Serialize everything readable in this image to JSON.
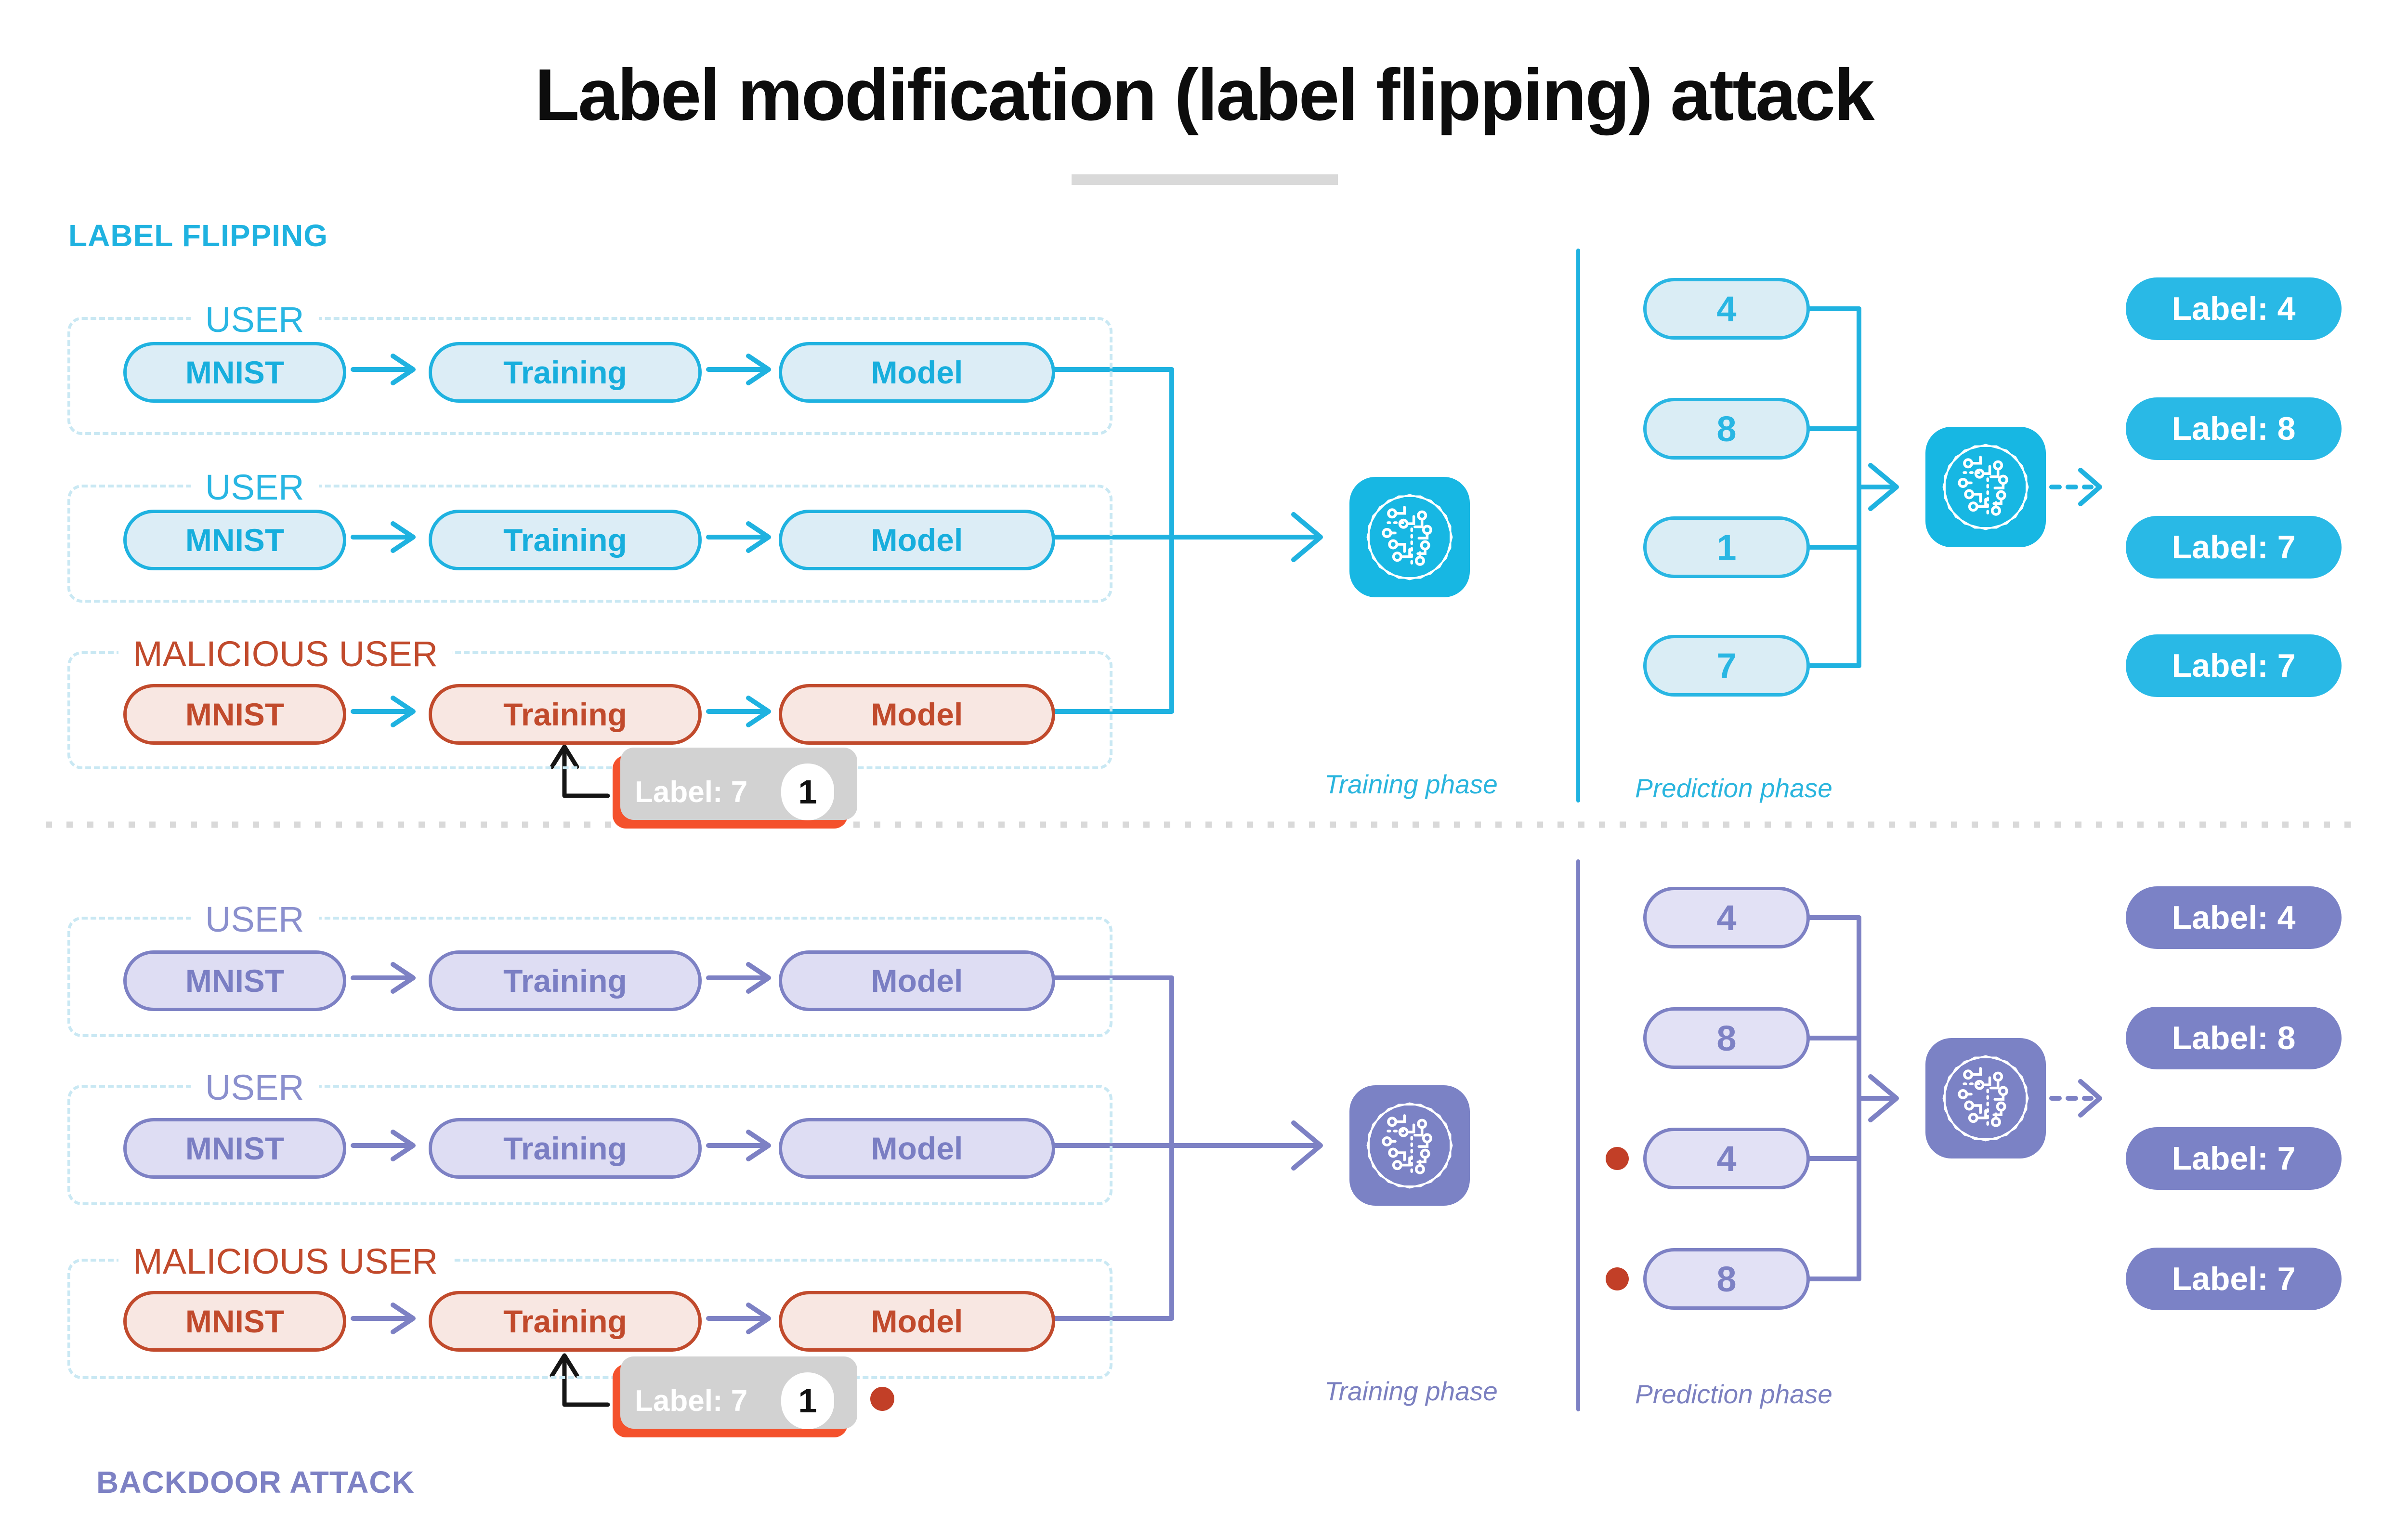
{
  "title": "Label modification (label flipping) attack",
  "flipping": {
    "header": "LABEL FLIPPING",
    "users": [
      {
        "label": "USER",
        "steps": [
          "MNIST",
          "Training",
          "Model"
        ]
      },
      {
        "label": "USER",
        "steps": [
          "MNIST",
          "Training",
          "Model"
        ]
      },
      {
        "label": "MALICIOUS USER",
        "steps": [
          "MNIST",
          "Training",
          "Model"
        ]
      }
    ],
    "badge": {
      "text": "Label: 7",
      "count": "1"
    },
    "training_caption": "Training phase",
    "prediction_caption": "Prediction phase",
    "inputs": [
      "4",
      "8",
      "1",
      "7"
    ],
    "outputs": [
      "Label: 4",
      "Label: 8",
      "Label: 7",
      "Label: 7"
    ]
  },
  "backdoor": {
    "header": "BACKDOOR ATTACK",
    "users": [
      {
        "label": "USER",
        "steps": [
          "MNIST",
          "Training",
          "Model"
        ]
      },
      {
        "label": "USER",
        "steps": [
          "MNIST",
          "Training",
          "Model"
        ]
      },
      {
        "label": "MALICIOUS USER",
        "steps": [
          "MNIST",
          "Training",
          "Model"
        ]
      }
    ],
    "badge": {
      "text": "Label: 7",
      "count": "1"
    },
    "training_caption": "Training phase",
    "prediction_caption": "Prediction phase",
    "inputs": [
      "4",
      "8",
      "4",
      "8"
    ],
    "poisoned_input_indexes": [
      2,
      3
    ],
    "outputs": [
      "Label: 4",
      "Label: 8",
      "Label: 7",
      "Label: 7"
    ]
  },
  "icons": {
    "neural": "neural-network-icon"
  },
  "colors": {
    "cyan": "#1fb2e0",
    "cyan_fill": "#dcedf6",
    "cyan_solid": "#29b9e6",
    "purple": "#7d81c4",
    "purple_fill": "#deddf3",
    "purple_solid": "#7b82c6",
    "malicious": "#c14a2c",
    "malicious_fill": "#f8e7e2",
    "badge_orange": "#f4512c",
    "backdoor_dot_red": "#c23f27",
    "divider_gray": "#d9d9d9"
  }
}
